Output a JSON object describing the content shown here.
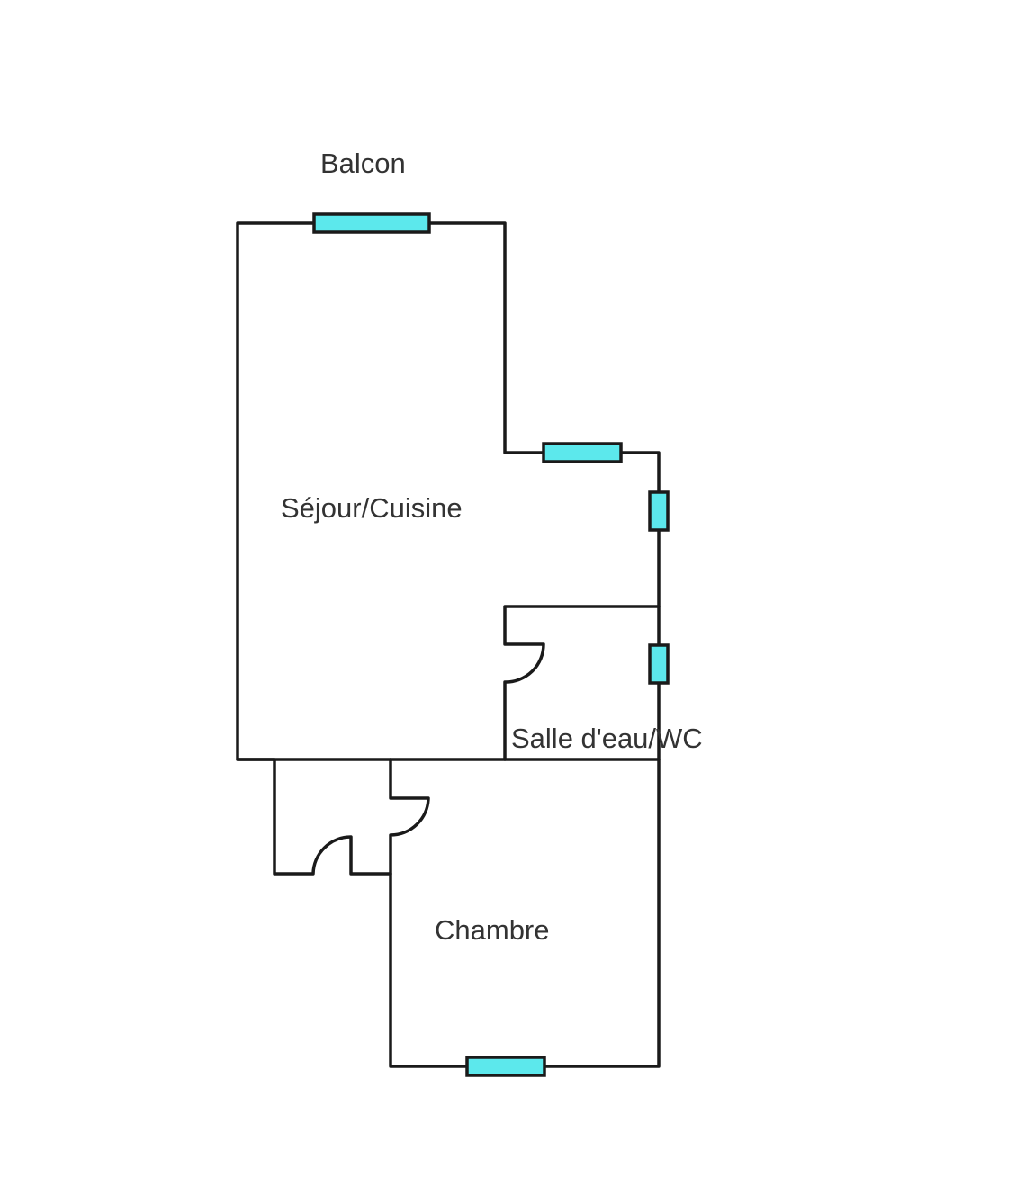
{
  "rooms": {
    "balcon": "Balcon",
    "sejour": "Séjour/Cuisine",
    "salle_eau": "Salle d'eau/WC",
    "chambre": "Chambre"
  },
  "colors": {
    "wall": "#1a1a1a",
    "window": "#5ce8ec",
    "text": "#333333"
  }
}
